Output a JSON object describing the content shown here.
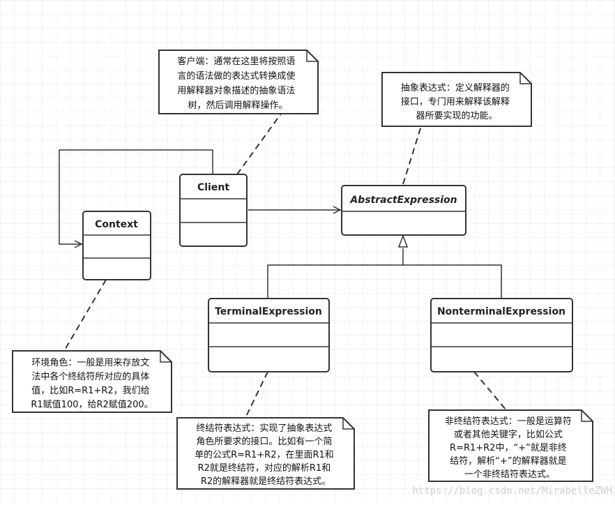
{
  "classes": {
    "client": {
      "name": "Client"
    },
    "context": {
      "name": "Context"
    },
    "abstract_expression": {
      "name": "AbstractExpression"
    },
    "terminal_expression": {
      "name": "TerminalExpression"
    },
    "nonterminal_expression": {
      "name": "NonterminalExpression"
    }
  },
  "notes": {
    "client": {
      "lines": [
        "客户端：通常在这里将按照语",
        "言的语法做的表达式转换成使",
        "用解释器对象描述的抽象语法",
        "树，然后调用解释操作。"
      ]
    },
    "abstract": {
      "lines": [
        "抽象表达式：定义解释器的",
        "接口，专门用来解释该解释",
        "器所要实现的功能。"
      ]
    },
    "context": {
      "lines": [
        "环境角色：一般是用来存放文",
        "法中各个终结符所对应的具体",
        "值，比如R=R1+R2，我们给",
        "R1赋值100，给R2赋值200。"
      ]
    },
    "terminal": {
      "lines": [
        "终结符表达式：实现了抽象表达式",
        "角色所要求的接口。比如有一个简",
        "单的公式R=R1+R2，在里面R1和",
        "R2就是终结符，对应的解析R1和",
        "R2的解释器就是终结符表达式。"
      ]
    },
    "nonterminal": {
      "lines": [
        "非终结符表达式：一般是运算符",
        "或者其他关键字，比如公式",
        "R=R1+R2中，“+”就是非终",
        "结符，解析“+”的解释器就是",
        "一个非终结符表达式。"
      ]
    }
  },
  "watermark": "https://blog.csdn.net/MirabelleZWH"
}
